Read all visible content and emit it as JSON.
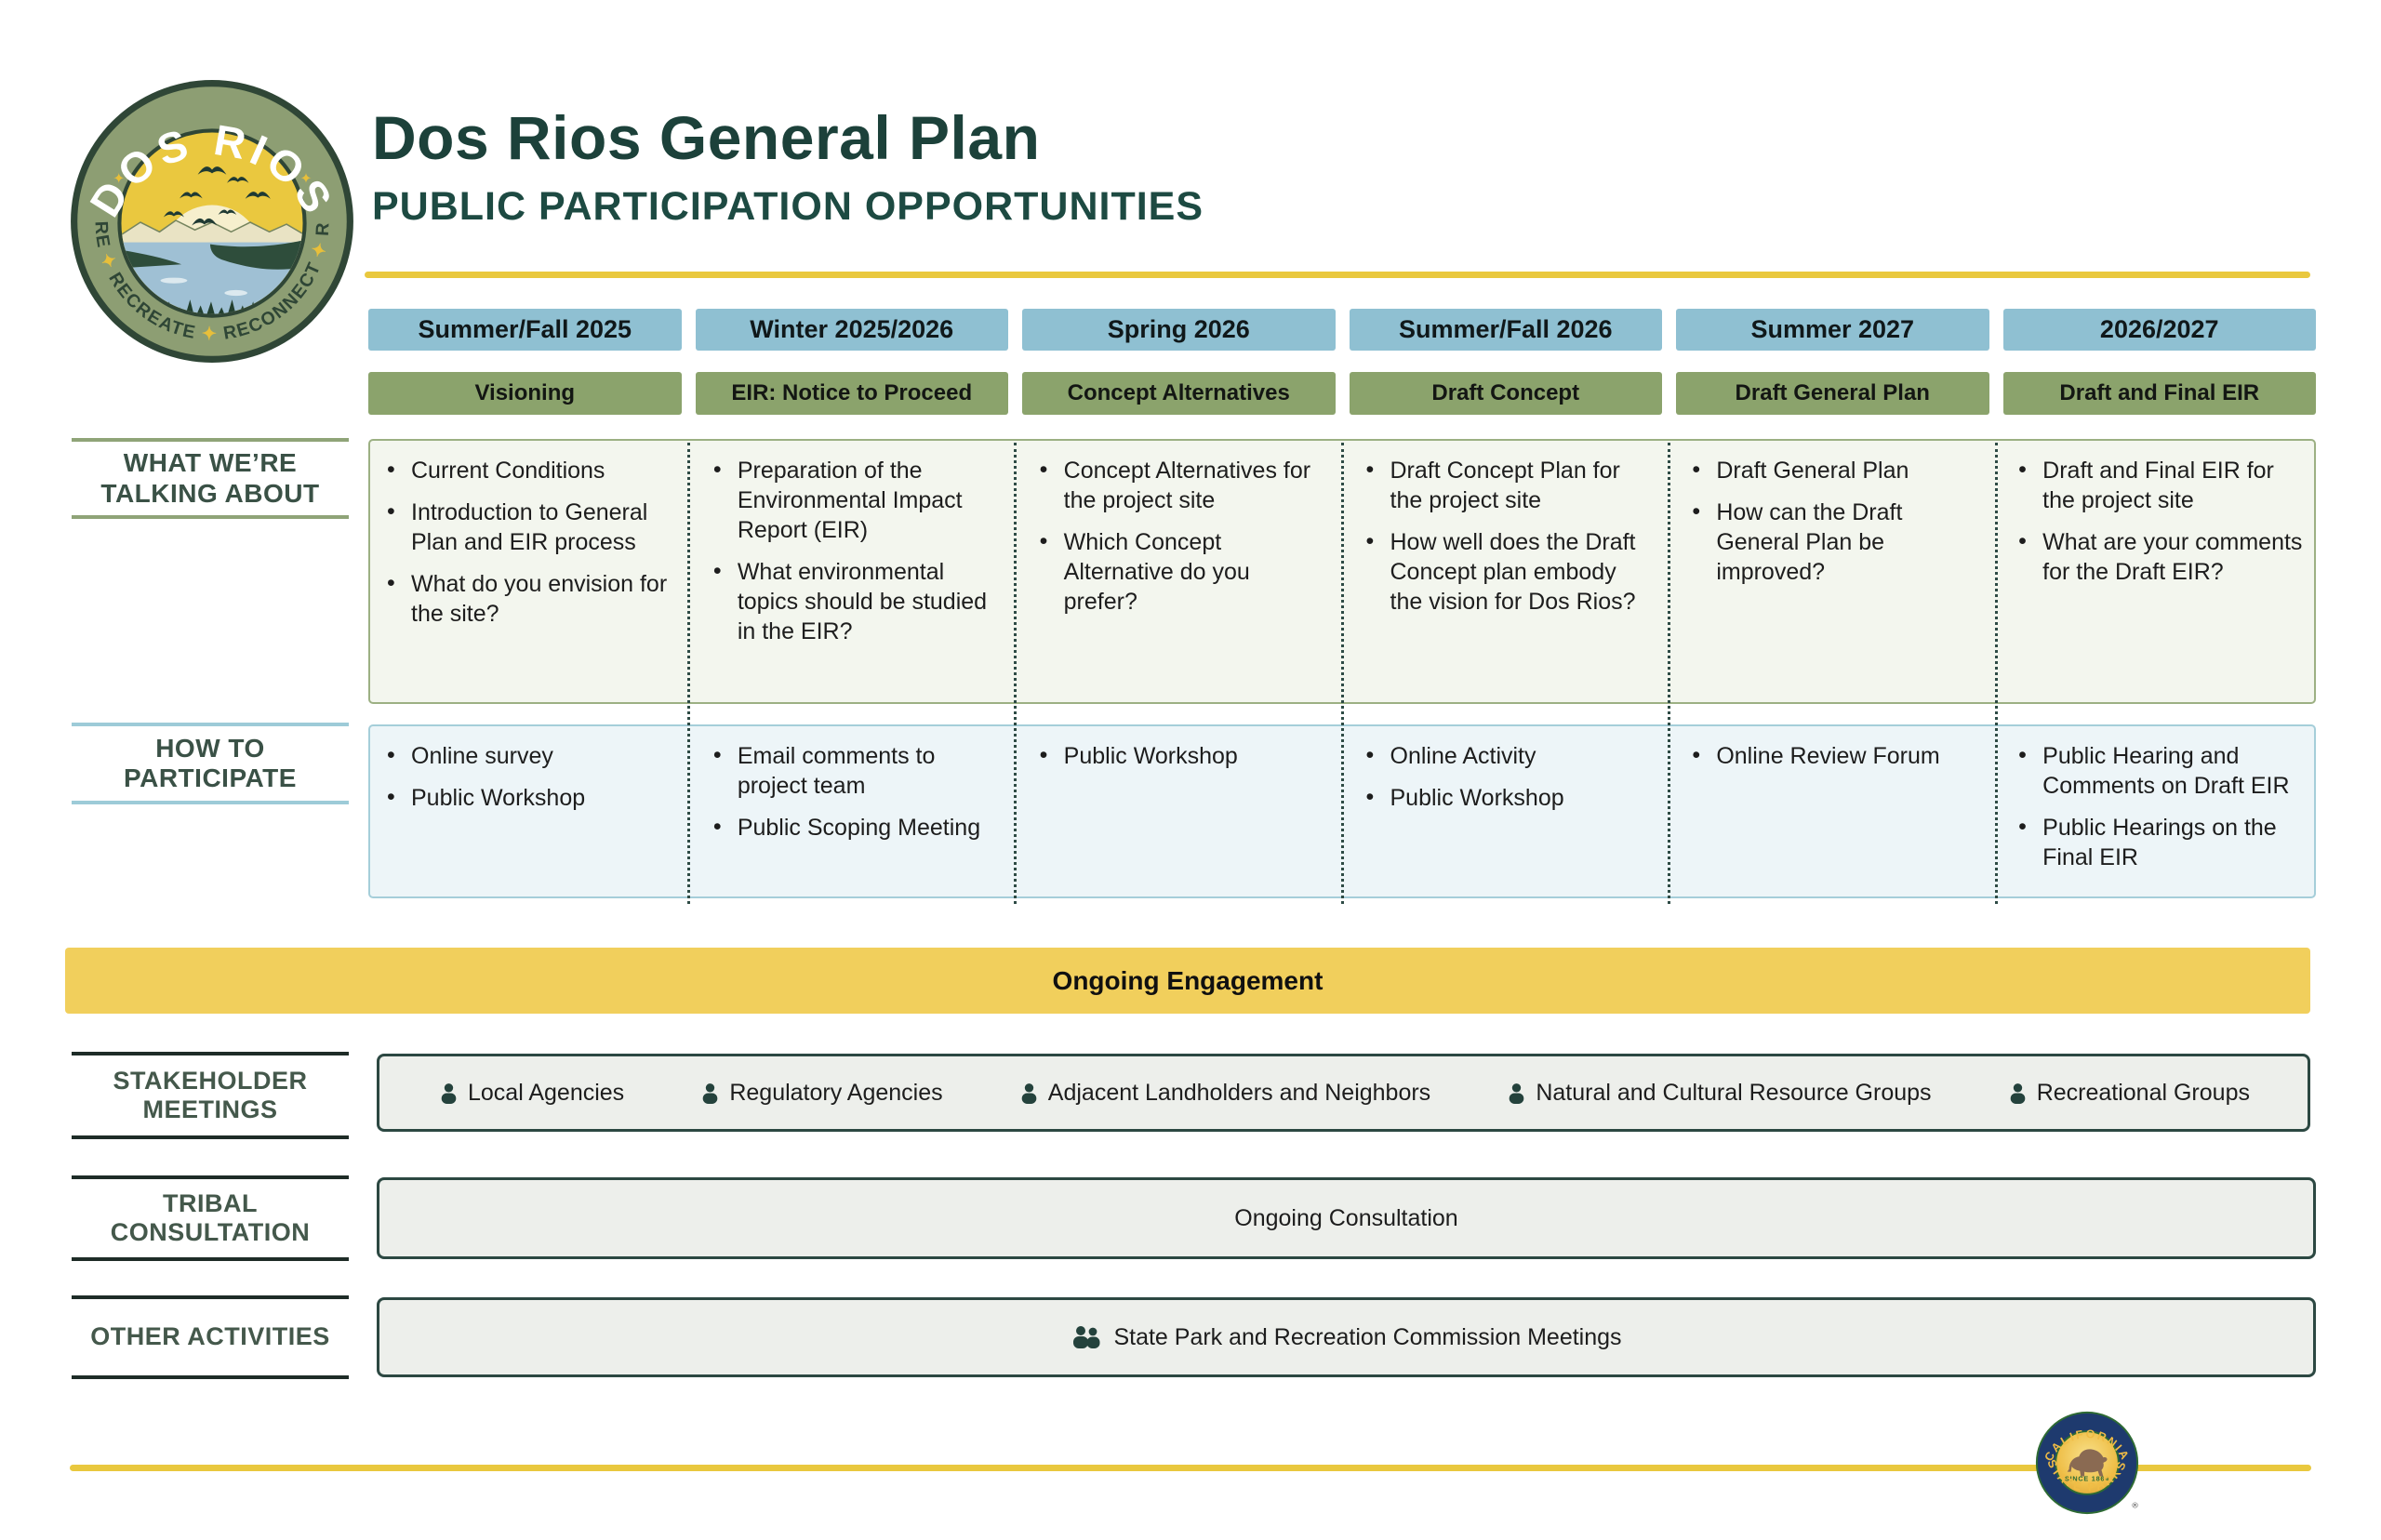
{
  "header": {
    "title": "Dos Rios General Plan",
    "subtitle": "PUBLIC PARTICIPATION OPPORTUNITIES"
  },
  "logo": {
    "name": "DOS RIOS",
    "ring_words": [
      "RESTORE",
      "RECREATE",
      "RECONNECT",
      "REFUGE"
    ],
    "ring_separator": " ✦ ",
    "star": "✦"
  },
  "row_labels": {
    "talking": [
      "WHAT WE’RE",
      "TALKING ABOUT"
    ],
    "participate": [
      "HOW TO",
      "PARTICIPATE"
    ],
    "stakeholder": [
      "STAKEHOLDER",
      "MEETINGS"
    ],
    "tribal": [
      "TRIBAL CONSULTATION"
    ],
    "other": [
      "OTHER ACTIVITIES"
    ]
  },
  "timeline": {
    "columns": [
      {
        "period": "Summer/Fall 2025",
        "phase": "Visioning",
        "talking": [
          "Current Conditions",
          "Introduction to General Plan and EIR process",
          "What do you envision for the site?"
        ],
        "participate": [
          "Online survey",
          "Public Workshop"
        ]
      },
      {
        "period": "Winter 2025/2026",
        "phase": "EIR: Notice to Proceed",
        "talking": [
          "Preparation of the Environmental Impact Report (EIR)",
          "What environmental topics should be studied in the EIR?"
        ],
        "participate": [
          "Email comments to project team",
          "Public Scoping Meeting"
        ]
      },
      {
        "period": "Spring 2026",
        "phase": "Concept Alternatives",
        "talking": [
          "Concept Alternatives for the project site",
          "Which Concept Alternative do you prefer?"
        ],
        "participate": [
          "Public Workshop"
        ]
      },
      {
        "period": "Summer/Fall 2026",
        "phase": "Draft Concept",
        "talking": [
          "Draft Concept Plan for the project site",
          "How well does the Draft Concept plan embody the vision for Dos Rios?"
        ],
        "participate": [
          "Online Activity",
          "Public Workshop"
        ]
      },
      {
        "period": "Summer 2027",
        "phase": "Draft General Plan",
        "talking": [
          "Draft General Plan",
          "How can the Draft General Plan be improved?"
        ],
        "participate": [
          "Online Review Forum"
        ]
      },
      {
        "period": "2026/2027",
        "phase": "Draft and Final EIR",
        "talking": [
          "Draft and Final EIR for the project site",
          "What are your comments for the Draft EIR?"
        ],
        "participate": [
          "Public Hearing and Comments on Draft EIR",
          "Public Hearings on the Final EIR"
        ]
      }
    ]
  },
  "banner": {
    "label": "Ongoing Engagement"
  },
  "stakeholders": {
    "items": [
      "Local Agencies",
      "Regulatory Agencies",
      "Adjacent Landholders and Neighbors",
      "Natural and Cultural Resource Groups",
      "Recreational Groups"
    ]
  },
  "tribal_row": {
    "label": "Ongoing Consultation"
  },
  "other_row": {
    "label": "State Park and Recreation Commission Meetings"
  },
  "footer_logo": {
    "arc_top": "CALIFORNIA",
    "arc_bottom": "STATE PARKS",
    "caption": "SINCE 1864",
    "registered": "®"
  },
  "colors": {
    "period_header": "#8fc0d2",
    "phase_header": "#8ba36c",
    "talking_box_bg": "#f3f6ee",
    "participate_box_bg": "#edf5f8",
    "banner_yellow": "#f1cf5c",
    "rule_yellow": "#e9c83e",
    "dark_green_text": "#1c413a",
    "gray_row_bg": "#edefeb",
    "dotted_divider": "#2e4b45"
  }
}
